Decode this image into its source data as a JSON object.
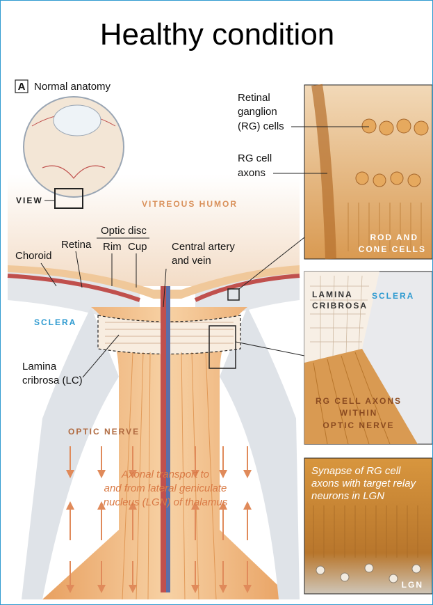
{
  "title": "Healthy condition",
  "panel": {
    "letter": "A",
    "heading": "Normal anatomy"
  },
  "labels": {
    "view": "VIEW",
    "vitreous_humor": "VITREOUS HUMOR",
    "optic_disc": "Optic disc",
    "rim": "Rim",
    "cup": "Cup",
    "retina": "Retina",
    "choroid": "Choroid",
    "central_artery_line1": "Central artery",
    "central_artery_line2": "and vein",
    "sclera_left": "SCLERA",
    "lamina_line1": "Lamina",
    "lamina_line2": "cribrosa (LC)",
    "optic_nerve": "OPTIC NERVE",
    "axonal_line1": "Axonal transport to",
    "axonal_line2": "and from lateral geniculate",
    "axonal_line3": "nucleus (LGN) of thalamus"
  },
  "inset1": {
    "rg_line1": "Retinal",
    "rg_line2": "ganglion",
    "rg_line3": "(RG) cells",
    "axon_line1": "RG cell",
    "axon_line2": "axons",
    "rod_line1": "ROD AND",
    "rod_line2": "CONE CELLS"
  },
  "inset2": {
    "lamina_line1": "LAMINA",
    "lamina_line2": "CRIBROSA",
    "sclera": "SCLERA",
    "rg_line1": "RG CELL AXONS",
    "rg_line2": "WITHIN",
    "rg_line3": "OPTIC NERVE"
  },
  "inset3": {
    "syn_line1": "Synapse of RG cell",
    "syn_line2": "axons with target relay",
    "syn_line3": "neurons in LGN",
    "lgn": "LGN"
  },
  "colors": {
    "frame": "#2e9ad0",
    "nerve": "#e9a868",
    "label_orange": "#d97a45",
    "label_blue": "#2e9ad0"
  }
}
